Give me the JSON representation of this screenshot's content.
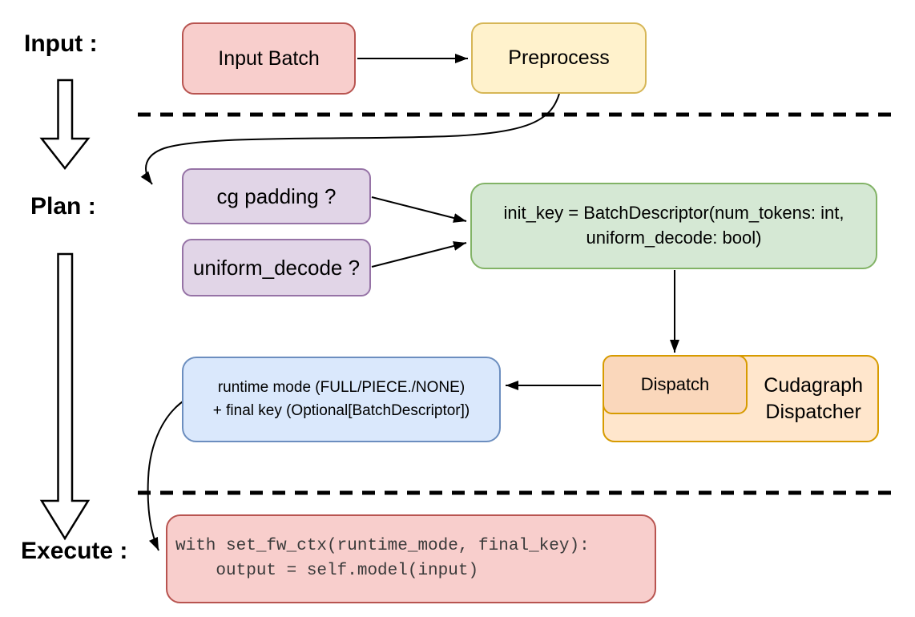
{
  "diagram": {
    "title_implied": "Cudagraph dispatch flow",
    "stage_labels": {
      "input": "Input :",
      "plan": "Plan :",
      "execute": "Execute :"
    },
    "boxes": {
      "input_batch": {
        "label": "Input Batch",
        "fill": "#f8cecc",
        "stroke": "#b85450"
      },
      "preprocess": {
        "label": "Preprocess",
        "fill": "#fff2cc",
        "stroke": "#d6b656"
      },
      "cg_padding": {
        "label": "cg padding ?",
        "fill": "#e1d5e7",
        "stroke": "#9673a6"
      },
      "uniform_decode": {
        "label": "uniform_decode ?",
        "fill": "#e1d5e7",
        "stroke": "#9673a6"
      },
      "init_key": {
        "label": "init_key = BatchDescriptor(num_tokens: int,\nuniform_decode: bool)",
        "fill": "#d5e8d4",
        "stroke": "#82b366"
      },
      "dispatch": {
        "label": "Dispatch",
        "fill": "#fad7bb",
        "stroke": "#d79b00"
      },
      "cudagraph_dispatcher": {
        "label": "Cudagraph\nDispatcher",
        "fill": "#ffe6cc",
        "stroke": "#d79b00"
      },
      "runtime_final_key": {
        "label": "runtime mode (FULL/PIECE./NONE)\n+ final key (Optional[BatchDescriptor])",
        "fill": "#dae8fc",
        "stroke": "#6c8ebf"
      },
      "execute_code": {
        "label": "with set_fw_ctx(runtime_mode, final_key):\n    output = self.model(input)",
        "fill": "#f8cecc",
        "stroke": "#b85450"
      }
    },
    "connector_color": "#000000",
    "background": "#ffffff"
  }
}
